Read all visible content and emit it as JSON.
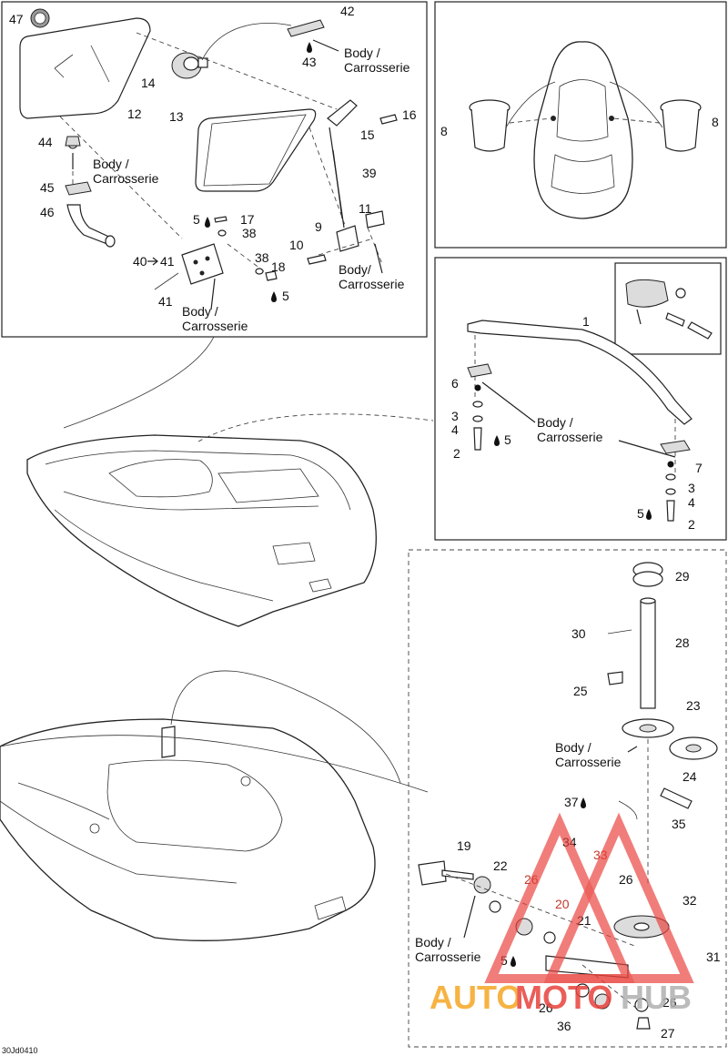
{
  "diagram": {
    "ref_code": "30Jd0410",
    "body_label": [
      "Body /",
      "Carrosserie"
    ],
    "body_label_alt": [
      "Body/",
      "Carrosserie"
    ]
  },
  "callouts": {
    "c1": "1",
    "c2a": "2",
    "c2b": "2",
    "c3a": "3",
    "c3b": "3",
    "c4a": "4",
    "c4b": "4",
    "c5a": "5",
    "c5b": "5",
    "c5c": "5",
    "c5d": "5",
    "c5e": "5",
    "c6": "6",
    "c7": "7",
    "c8a": "8",
    "c8b": "8",
    "c9": "9",
    "c10": "10",
    "c11": "11",
    "c12": "12",
    "c13": "13",
    "c14": "14",
    "c15": "15",
    "c16": "16",
    "c17": "17",
    "c18": "18",
    "c19": "19",
    "c20": "20",
    "c21": "21",
    "c22": "22",
    "c23": "23",
    "c24": "24",
    "c25": "25",
    "c26a": "26",
    "c26b": "26",
    "c26c": "26",
    "c26d": "26",
    "c27": "27",
    "c28": "28",
    "c29": "29",
    "c30": "30",
    "c31": "31",
    "c32": "32",
    "c33": "33",
    "c34": "34",
    "c35": "35",
    "c36": "36",
    "c37": "37",
    "c38a": "38",
    "c38b": "38",
    "c39": "39",
    "c40": "40",
    "c41a": "41",
    "c41b": "41",
    "c42": "42",
    "c43": "43",
    "c44": "44",
    "c45": "45",
    "c46": "46",
    "c47": "47"
  },
  "watermark": {
    "part1": "AUTO",
    "part2": "MOTO",
    "part3": "HUB",
    "color_orange": "#f5a623",
    "color_red": "#e8413c",
    "color_gray": "#b0b0b0"
  }
}
